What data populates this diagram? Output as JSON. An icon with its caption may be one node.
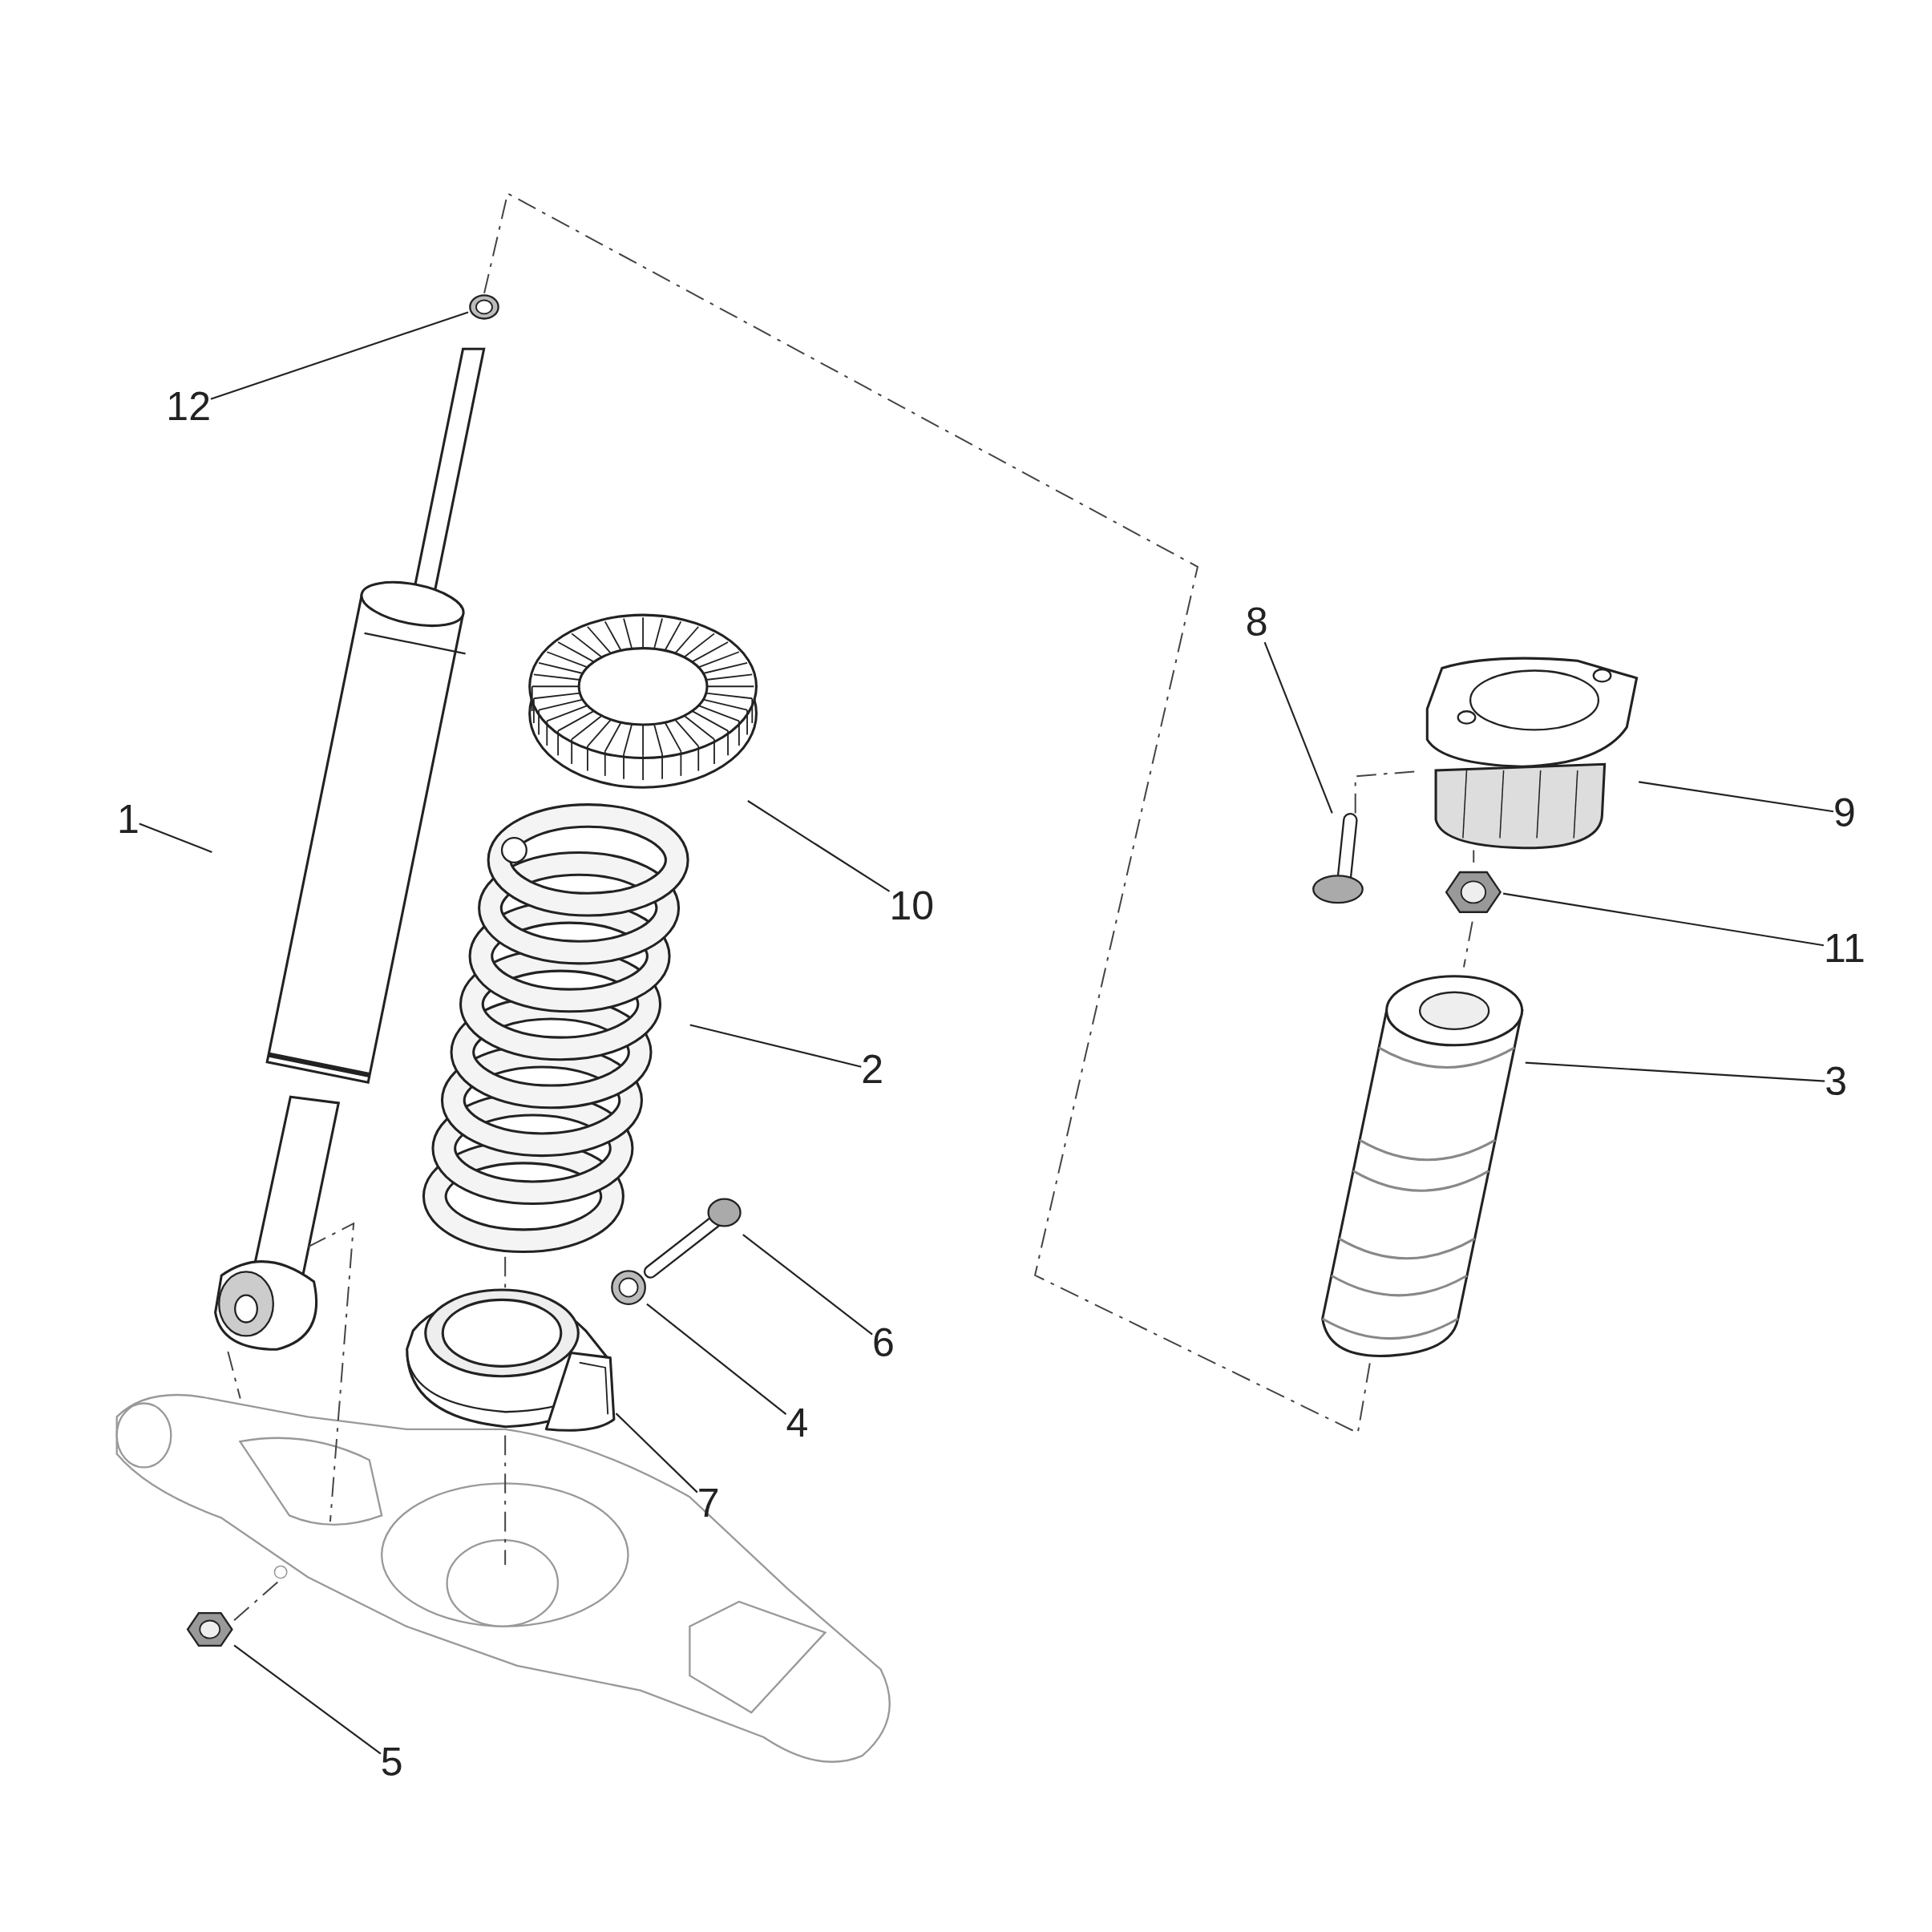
{
  "diagram": {
    "nodes": [
      {
        "text": [
          "12"
        ]
      },
      {
        "text": [
          "1"
        ]
      },
      {
        "text": [
          "10"
        ]
      },
      {
        "text": [
          "2"
        ]
      },
      {
        "text": [
          "6"
        ]
      },
      {
        "text": [
          "4"
        ]
      },
      {
        "text": [
          "7"
        ]
      },
      {
        "text": [
          "5"
        ]
      },
      {
        "text": [
          "8"
        ]
      },
      {
        "text": [
          "9"
        ]
      },
      {
        "text": [
          "11"
        ]
      },
      {
        "text": [
          "3"
        ]
      },
      {
        "text": [],
        "shape": "picture"
      },
      {
        "text": [],
        "shape": "picture"
      },
      {
        "text": [],
        "shape": "picture"
      },
      {
        "text": [],
        "shape": "picture"
      },
      {
        "text": [],
        "shape": "picture"
      },
      {
        "text": [],
        "shape": "picture"
      },
      {
        "text": [],
        "shape": "picture"
      },
      {
        "text": [],
        "shape": "picture"
      },
      {
        "text": [],
        "shape": "picture"
      },
      {
        "text": [],
        "shape": "picture"
      },
      {
        "text": [],
        "shape": "picture"
      },
      {
        "text": [],
        "shape": "picture"
      },
      {
        "text": [],
        "shape": "picture"
      }
    ],
    "edges": [
      {
        "from": 0,
        "to": 12,
        "arrow": "none"
      },
      {
        "from": 1,
        "to": 13,
        "arrow": "none"
      },
      {
        "from": 2,
        "to": 14,
        "arrow": "none"
      },
      {
        "from": 3,
        "to": 15,
        "arrow": "none"
      },
      {
        "from": 4,
        "to": 16,
        "arrow": "none"
      },
      {
        "from": 5,
        "to": 17,
        "arrow": "none"
      },
      {
        "from": 6,
        "to": 18,
        "arrow": "none"
      },
      {
        "from": 7,
        "to": 19,
        "arrow": "none"
      },
      {
        "from": 8,
        "to": 20,
        "arrow": "none"
      },
      {
        "from": 9,
        "to": 21,
        "arrow": "none"
      },
      {
        "from": 10,
        "to": 22,
        "arrow": "none"
      },
      {
        "from": 11,
        "to": 23,
        "arrow": "none"
      },
      {
        "from": 20,
        "to": 21,
        "arrow": "none",
        "style": "dashed"
      },
      {
        "from": 21,
        "to": 22,
        "arrow": "none",
        "style": "dashed"
      },
      {
        "from": 22,
        "to": 23,
        "arrow": "none",
        "style": "dashed"
      },
      {
        "from": 15,
        "to": 18,
        "arrow": "none",
        "style": "dashed"
      },
      {
        "from": 18,
        "to": 24,
        "arrow": "none",
        "style": "dashed"
      },
      {
        "from": 19,
        "to": 24,
        "arrow": "none",
        "style": "dashed"
      },
      {
        "from": 13,
        "to": 24,
        "arrow": "none",
        "style": "dashed"
      },
      {
        "from": 13,
        "to": 24,
        "arrow": "none",
        "style": "dashed"
      },
      {
        "from": 12,
        "to": 23,
        "arrow": "none",
        "style": "dashed"
      }
    ]
  }
}
